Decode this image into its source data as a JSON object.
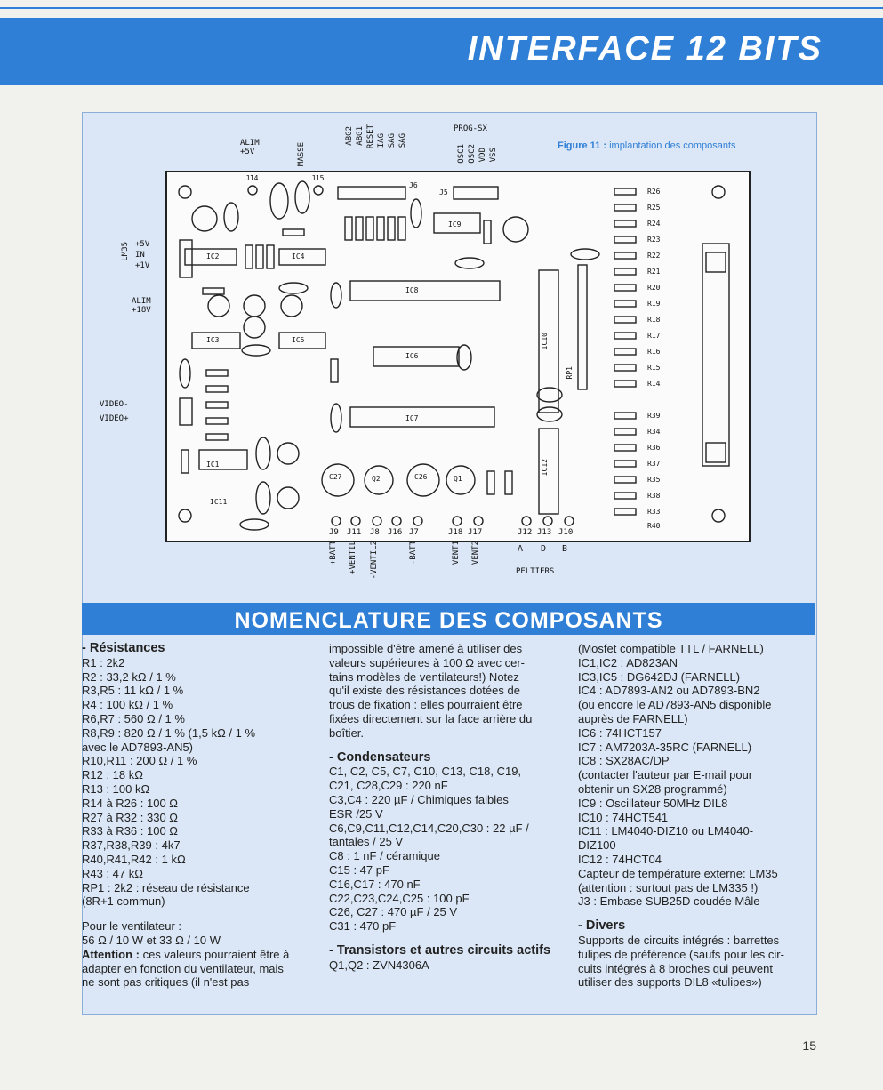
{
  "header": {
    "title": "INTERFACE 12 BITS"
  },
  "figure": {
    "caption_label": "Figure 11 :",
    "caption_text": " implantation des composants",
    "top_labels": [
      "ALIM +5V",
      "MASSE",
      "ABG2",
      "ABG1",
      "RESET",
      "IAG",
      "SAG",
      "SAG",
      "PROG-SX",
      "OSC1",
      "OSC2",
      "VDD",
      "VSS"
    ],
    "left_labels": [
      "LM35",
      "+5V",
      "IN",
      "+1V",
      "ALIM +18V",
      "VIDEO-",
      "VIDEO+"
    ],
    "bottom_labels": [
      "+BATT",
      "+VENTIL",
      "-VENTIL2",
      "-BATT",
      "VENT1",
      "VENT2",
      "A",
      "D",
      "B",
      "PELTIERS"
    ],
    "connector_labels": [
      "J14",
      "J15",
      "J6",
      "J5",
      "J9",
      "J11",
      "J8",
      "J16",
      "J7",
      "J18",
      "J17",
      "J12",
      "J13",
      "J10"
    ],
    "component_labels": [
      "IC1",
      "IC2",
      "IC3",
      "IC4",
      "IC5",
      "IC6",
      "IC7",
      "IC8",
      "IC9",
      "IC10",
      "IC11",
      "IC12",
      "RP1",
      "C27",
      "C26",
      "Q1",
      "Q2"
    ],
    "resistor_labels": [
      "R26",
      "R25",
      "R24",
      "R23",
      "R22",
      "R21",
      "R20",
      "R19",
      "R18",
      "R17",
      "R16",
      "R15",
      "R14",
      "R39",
      "R34",
      "R36",
      "R37",
      "R35",
      "R38",
      "R33",
      "R40"
    ]
  },
  "nomenclature": {
    "title": "NOMENCLATURE DES COMPOSANTS",
    "col1": {
      "heading": "- Résistances",
      "lines": [
        "R1 : 2k2",
        "R2 : 33,2 kΩ / 1 %",
        "R3,R5 : 11 kΩ / 1 %",
        "R4 : 100 kΩ / 1 %",
        "R6,R7 : 560 Ω / 1 %",
        "R8,R9 : 820 Ω / 1 %  (1,5 kΩ / 1 %",
        "avec le AD7893-AN5)",
        "R10,R11 : 200 Ω / 1 %",
        "R12 : 18 kΩ",
        "R13 : 100 kΩ",
        "R14 à R26 : 100 Ω",
        "R27 à R32 : 330 Ω",
        "R33 à R36 : 100 Ω",
        "R37,R38,R39 : 4k7",
        "R40,R41,R42 : 1 kΩ",
        "R43 : 47 kΩ",
        "RP1 : 2k2 : réseau de résistance",
        "(8R+1 commun)"
      ],
      "lines2": [
        "Pour le ventilateur :",
        "56 Ω / 10 W et 33 Ω / 10 W"
      ],
      "attention_label": "Attention :",
      "attention_text": " ces valeurs pourraient être à",
      "lines3": [
        "adapter en fonction du ventilateur, mais",
        "ne sont pas critiques (il n'est pas"
      ]
    },
    "col2": {
      "lines": [
        "impossible d'être amené à utiliser des",
        "valeurs supérieures à 100 Ω avec cer-",
        "tains modèles de ventilateurs!) Notez",
        "qu'il existe des résistances dotées de",
        "trous de fixation : elles pourraient être",
        "fixées directement sur la face arrière du",
        "boîtier."
      ],
      "heading_cond": "- Condensateurs",
      "cond_lines": [
        "C1, C2, C5, C7, C10, C13, C18, C19,",
        "C21, C28,C29 : 220 nF",
        "C3,C4 : 220 µF / Chimiques faibles",
        "ESR /25 V",
        "C6,C9,C11,C12,C14,C20,C30 : 22 µF /",
        "tantales / 25 V",
        "C8 : 1 nF / céramique",
        "C15 : 47 pF",
        "C16,C17 : 470 nF",
        "C22,C23,C24,C25 : 100 pF",
        "C26, C27 : 470 µF / 25 V",
        "C31 : 470 pF"
      ],
      "heading_trans": "- Transistors et autres circuits actifs",
      "trans_lines": [
        "Q1,Q2 : ZVN4306A"
      ]
    },
    "col3": {
      "lines": [
        "(Mosfet compatible TTL / FARNELL)",
        "IC1,IC2 : AD823AN",
        "IC3,IC5 : DG642DJ (FARNELL)",
        "IC4 : AD7893-AN2 ou AD7893-BN2",
        "(ou encore le AD7893-AN5 disponible",
        "auprès de FARNELL)",
        "IC6 : 74HCT157",
        "IC7 : AM7203A-35RC (FARNELL)",
        "IC8 : SX28AC/DP",
        "(contacter l'auteur par E-mail pour",
        "obtenir un SX28 programmé)",
        "IC9 : Oscillateur 50MHz DIL8",
        "IC10 : 74HCT541",
        "IC11 : LM4040-DIZ10  ou LM4040-",
        "DIZ100",
        "IC12 : 74HCT04",
        "Capteur de température externe: LM35",
        "(attention : surtout pas de LM335 !)",
        "J3 : Embase SUB25D coudée Mâle"
      ],
      "heading_div": "- Divers",
      "div_lines": [
        "Supports de circuits intégrés : barrettes",
        "tulipes de préférence (saufs pour les cir-",
        "cuits intégrés à 8 broches qui peuvent",
        "utiliser des supports DIL8 «tulipes»)"
      ]
    }
  },
  "page_number": "15"
}
